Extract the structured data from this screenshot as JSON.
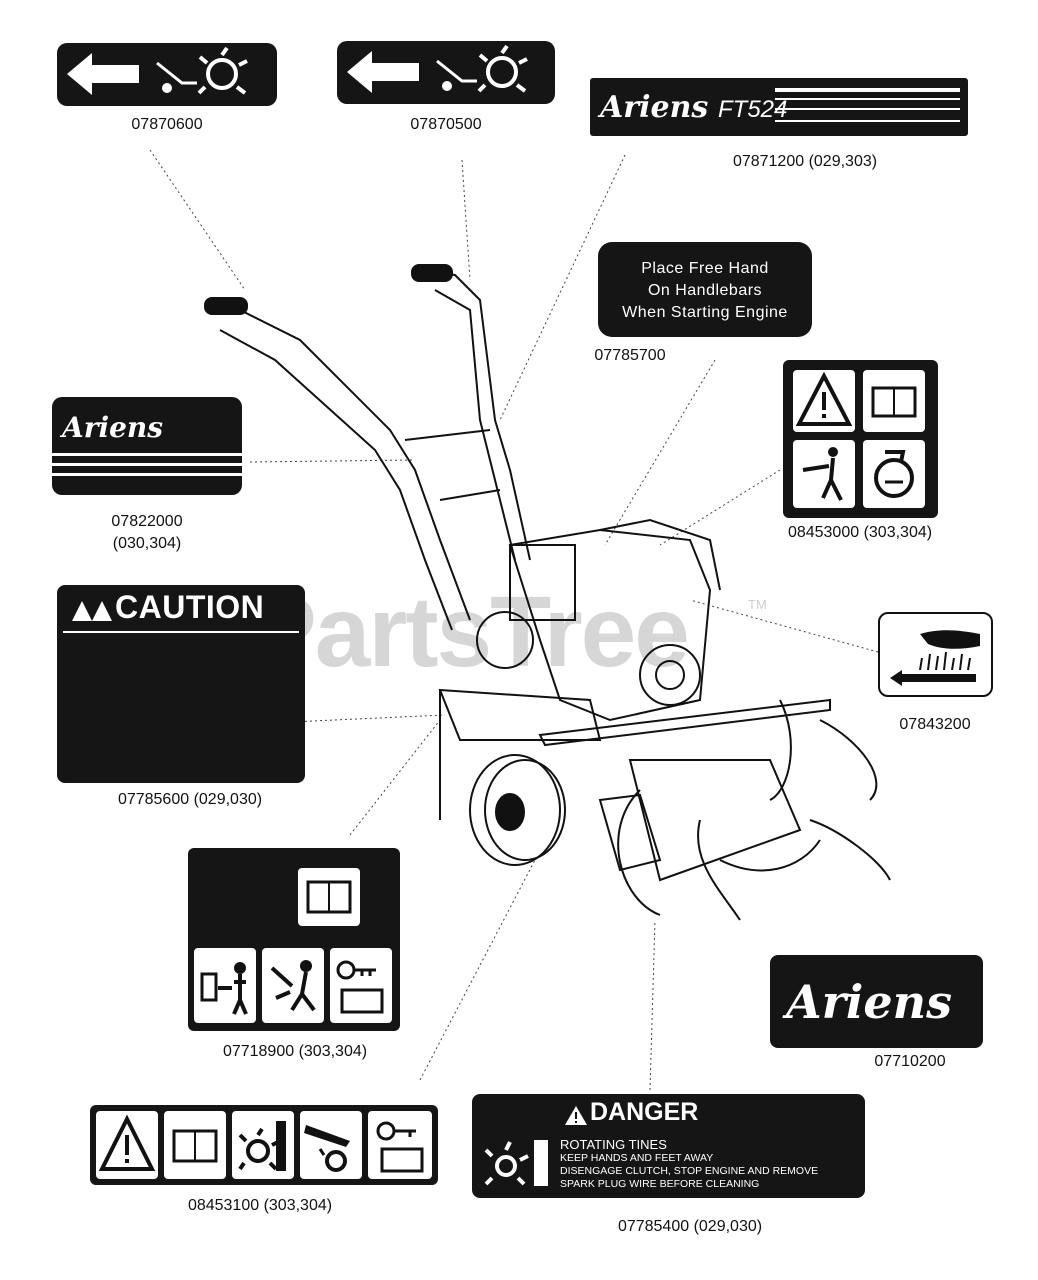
{
  "watermark": {
    "text": "PartsTree",
    "tm": "TM"
  },
  "decals": [
    {
      "id": "arrow-decal-1",
      "part": "07870600"
    },
    {
      "id": "arrow-decal-2",
      "part": "07870500"
    },
    {
      "id": "ft524-decal",
      "brand": "Ariens",
      "model": "FT524",
      "part": "07871200 (029,303)"
    },
    {
      "id": "handlebar-notice-decal",
      "lines": [
        "Place Free Hand",
        "On Handlebars",
        "When Starting Engine"
      ],
      "part": "07785700"
    },
    {
      "id": "ariens-stripe-decal",
      "brand": "Ariens",
      "part_line1": "07822000",
      "part_line2": "(030,304)"
    },
    {
      "id": "safety-4-panel-decal",
      "part": "08453000 (303,304)"
    },
    {
      "id": "caution-decal",
      "header": "CAUTION",
      "part": "07785600 (029,030)"
    },
    {
      "id": "throttle-decal",
      "part": "07843200"
    },
    {
      "id": "manual-warning-decal",
      "part": "07718900 (303,304)"
    },
    {
      "id": "ariens-logo-decal",
      "brand": "Ariens",
      "part": "07710200"
    },
    {
      "id": "safety-5-panel-decal",
      "part": "08453100 (303,304)"
    },
    {
      "id": "danger-decal",
      "header": "DANGER",
      "subheader": "ROTATING TINES",
      "bullets": [
        "KEEP HANDS AND FEET AWAY",
        "DISENGAGE CLUTCH, STOP ENGINE AND REMOVE",
        "SPARK PLUG WIRE BEFORE CLEANING"
      ],
      "part": "07785400 (029,030)"
    }
  ]
}
